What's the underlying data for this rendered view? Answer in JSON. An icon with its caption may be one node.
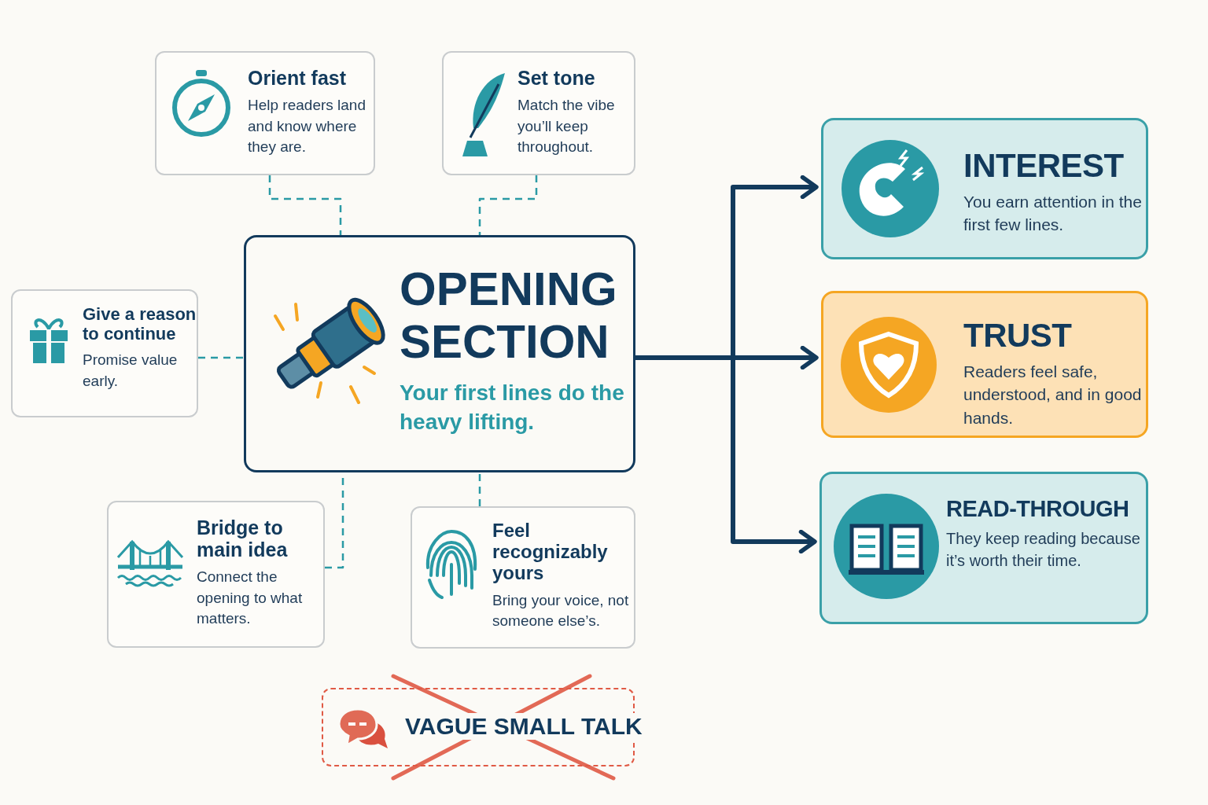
{
  "diagram": {
    "nodes": [
      {
        "text": [
          "OPENING SECTION",
          "Your first lines do the heavy lifting."
        ]
      },
      {
        "text": [
          "Orient fast",
          "Help readers land and know where they are."
        ]
      },
      {
        "text": [
          "Set tone",
          "Match the vibe you’ll keep throughout."
        ]
      },
      {
        "text": [
          "Give a reason to continue",
          "Promise value early."
        ]
      },
      {
        "text": [
          "Bridge to main idea",
          "Connect the opening to what matters."
        ]
      },
      {
        "text": [
          "Feel recognizably yours",
          "Bring your voice, not someone else’s."
        ]
      },
      {
        "text": [
          "VAGUE SMALL TALK"
        ]
      },
      {
        "text": [
          "INTEREST",
          "You earn attention in the first few lines."
        ]
      },
      {
        "text": [
          "TRUST",
          "Readers feel safe, understood, and in good hands."
        ]
      },
      {
        "text": [
          "READ-THROUGH",
          "They keep reading because it’s worth their time."
        ]
      }
    ],
    "edges": [
      {
        "from": 1,
        "to": 0,
        "arrow": "none",
        "style": "dashed"
      },
      {
        "from": 2,
        "to": 0,
        "arrow": "none",
        "style": "dashed"
      },
      {
        "from": 3,
        "to": 0,
        "arrow": "none",
        "style": "dashed"
      },
      {
        "from": 4,
        "to": 0,
        "arrow": "none",
        "style": "dashed"
      },
      {
        "from": 5,
        "to": 0,
        "arrow": "none",
        "style": "dashed"
      },
      {
        "from": 0,
        "to": 7,
        "arrow": "to",
        "style": "thick",
        "color": "#123a5c"
      },
      {
        "from": 0,
        "to": 8,
        "arrow": "to",
        "style": "thick",
        "color": "#123a5c"
      },
      {
        "from": 0,
        "to": 9,
        "arrow": "to",
        "style": "thick",
        "color": "#123a5c"
      }
    ]
  }
}
